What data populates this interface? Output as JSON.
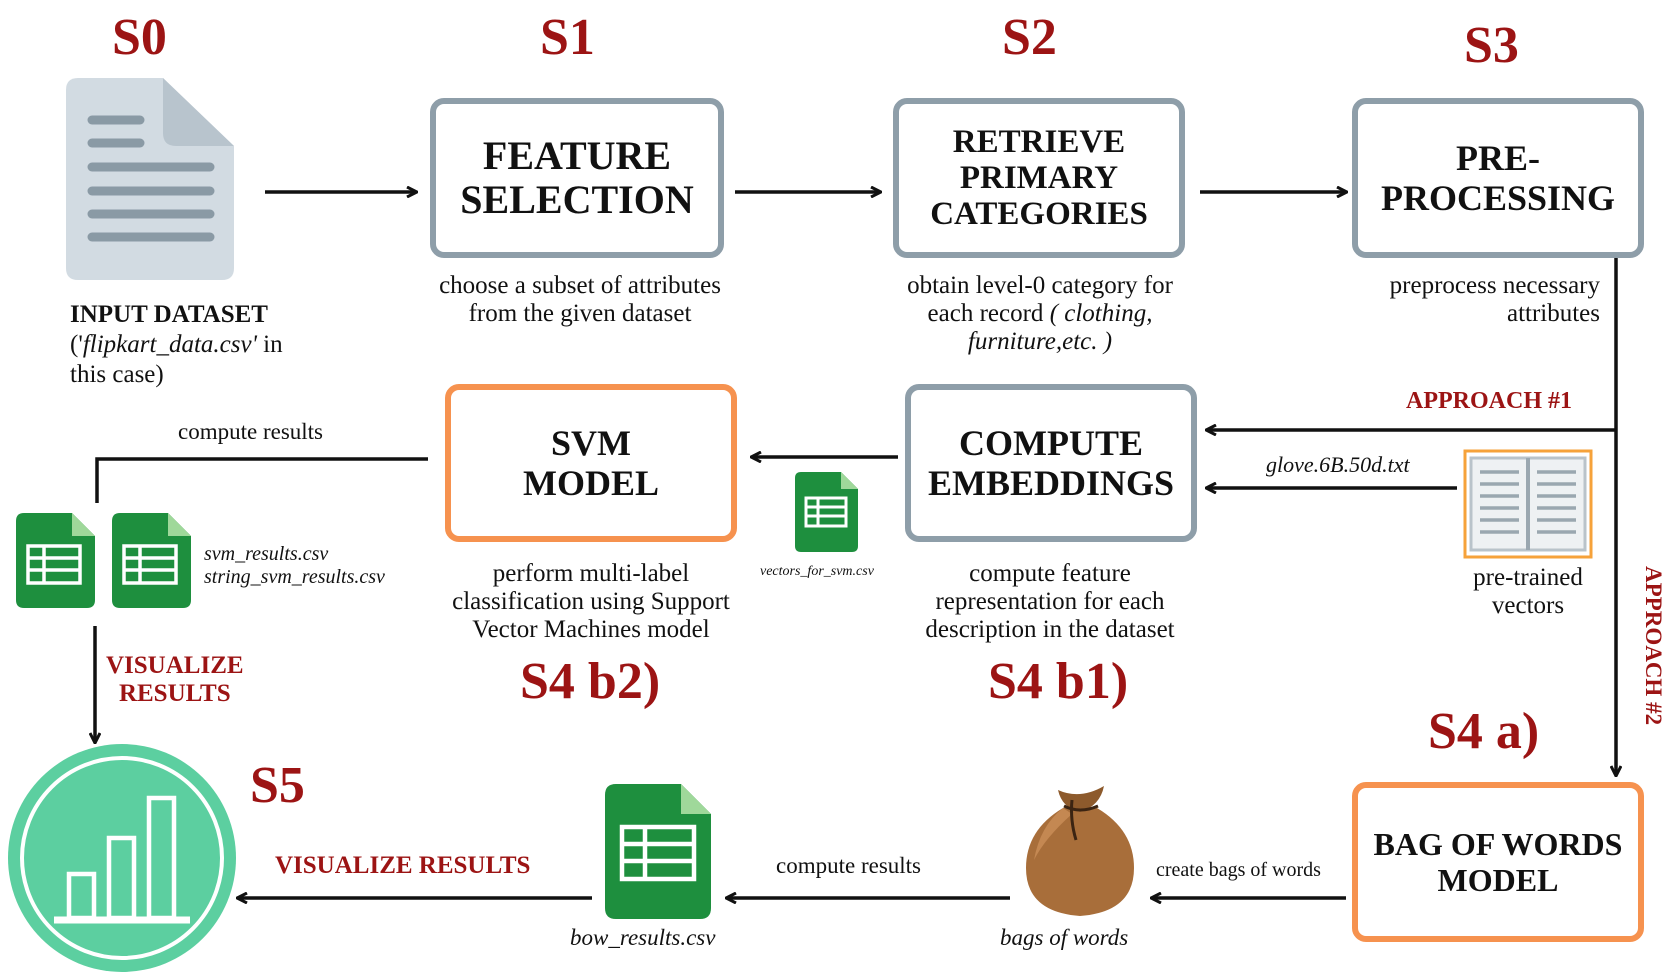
{
  "colors": {
    "step_label": "#9c1414",
    "box_border_gray": "#8e9ea9",
    "box_border_orange": "#f6924f",
    "sheet_green": "#1e8f3e",
    "chart_teal": "#5ccfa0"
  },
  "icons": {
    "input_file": "document-icon",
    "spreadsheet": "spreadsheet-icon",
    "book": "book-icon",
    "bag": "bag-icon",
    "chart": "bar-chart-icon"
  },
  "steps": {
    "s0": "S0",
    "s1": "S1",
    "s2": "S2",
    "s3": "S3",
    "s4a": "S4 a)",
    "s4b1": "S4 b1)",
    "s4b2": "S4 b2)",
    "s5": "S5"
  },
  "nodes": {
    "input": {
      "title": "INPUT DATASET",
      "open": "('",
      "file": "flipkart_data.csv'",
      "rest": " in",
      "line3": "this case)"
    },
    "feature_selection": {
      "l1": "FEATURE",
      "l2": "SELECTION",
      "d1": "choose a subset of attributes",
      "d2": "from the given dataset"
    },
    "retrieve": {
      "l1": "RETRIEVE",
      "l2": "PRIMARY",
      "l3": "CATEGORIES",
      "d1": "obtain level-0 category for",
      "d2a": "each record ",
      "d2b": "( clothing,",
      "d3": "furniture,etc. )"
    },
    "preprocessing": {
      "l1": "PRE-",
      "l2": "PROCESSING",
      "d1": "preprocess necessary",
      "d2": "attributes"
    },
    "embeddings": {
      "l1": "COMPUTE",
      "l2": "EMBEDDINGS",
      "d1": "compute feature",
      "d2": "representation for each",
      "d3": "description in the dataset"
    },
    "svm": {
      "l1": "SVM",
      "l2": "MODEL",
      "d1": "perform multi-label",
      "d2": "classification using Support",
      "d3": "Vector Machines model"
    },
    "bow": {
      "l1": "BAG OF WORDS",
      "l2": "MODEL"
    },
    "pretrained": {
      "l1": "pre-trained",
      "l2": "vectors"
    }
  },
  "edges": {
    "approach1": "APPROACH #1",
    "approach2": "APPROACH #2",
    "glove": "glove.6B.50d.txt",
    "vectors_file": "vectors_for_svm.csv",
    "compute_results_top": "compute results",
    "svm_file1": "svm_results.csv",
    "svm_file2": "string_svm_results.csv",
    "visualize_left_l1": "VISUALIZE",
    "visualize_left_l2": "RESULTS",
    "visualize_bottom": "VISUALIZE RESULTS",
    "compute_results_bottom": "compute results",
    "bow_file": "bow_results.csv",
    "create_bags": "create bags of words",
    "bags_of_words": "bags of words"
  }
}
